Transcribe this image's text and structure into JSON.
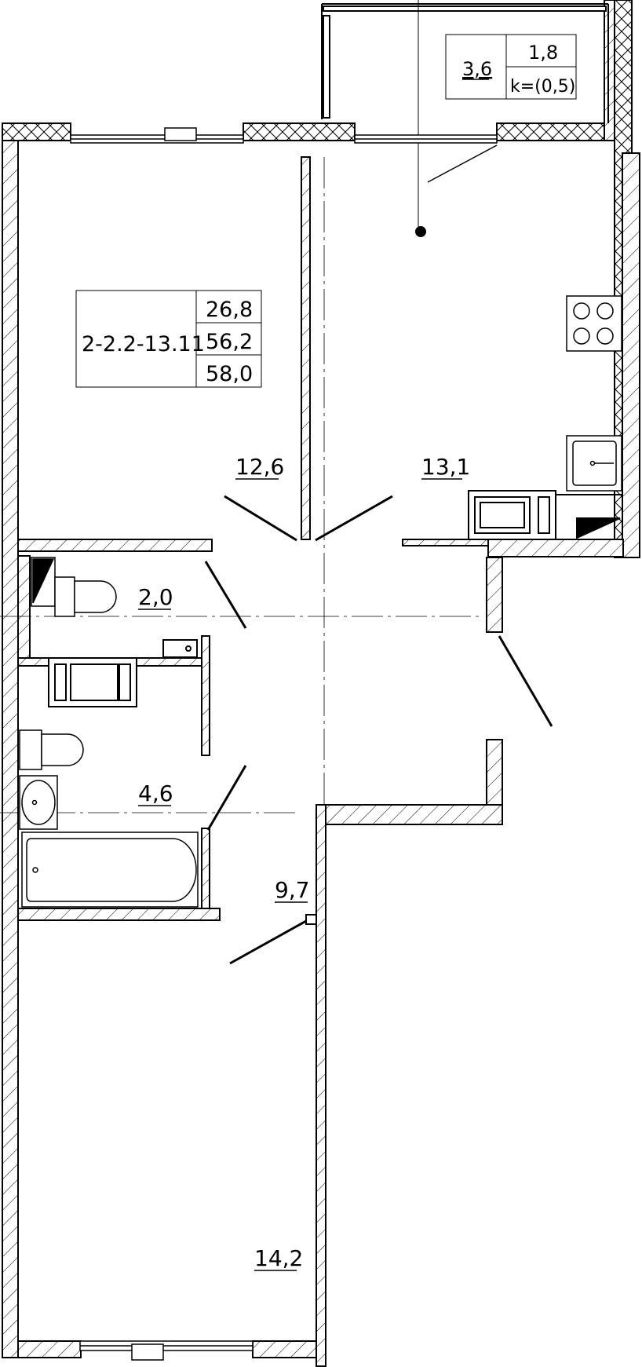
{
  "apartment": {
    "code": "2-2.2-13.11",
    "living_area": "26,8",
    "total_area": "56,2",
    "total_area_with_balcony": "58,0"
  },
  "balcony": {
    "area": "3,6",
    "reduced_area": "1,8",
    "coefficient": "k=(0,5)"
  },
  "rooms": {
    "room_top_left": "12,6",
    "kitchen": "13,1",
    "wc": "2,0",
    "bathroom": "4,6",
    "hall": "9,7",
    "room_bottom": "14,2"
  },
  "icons": [
    "stove-icon",
    "sink-icon",
    "washing-machine-icon",
    "toilet-icon",
    "bathtub-icon",
    "washbasin-icon"
  ]
}
